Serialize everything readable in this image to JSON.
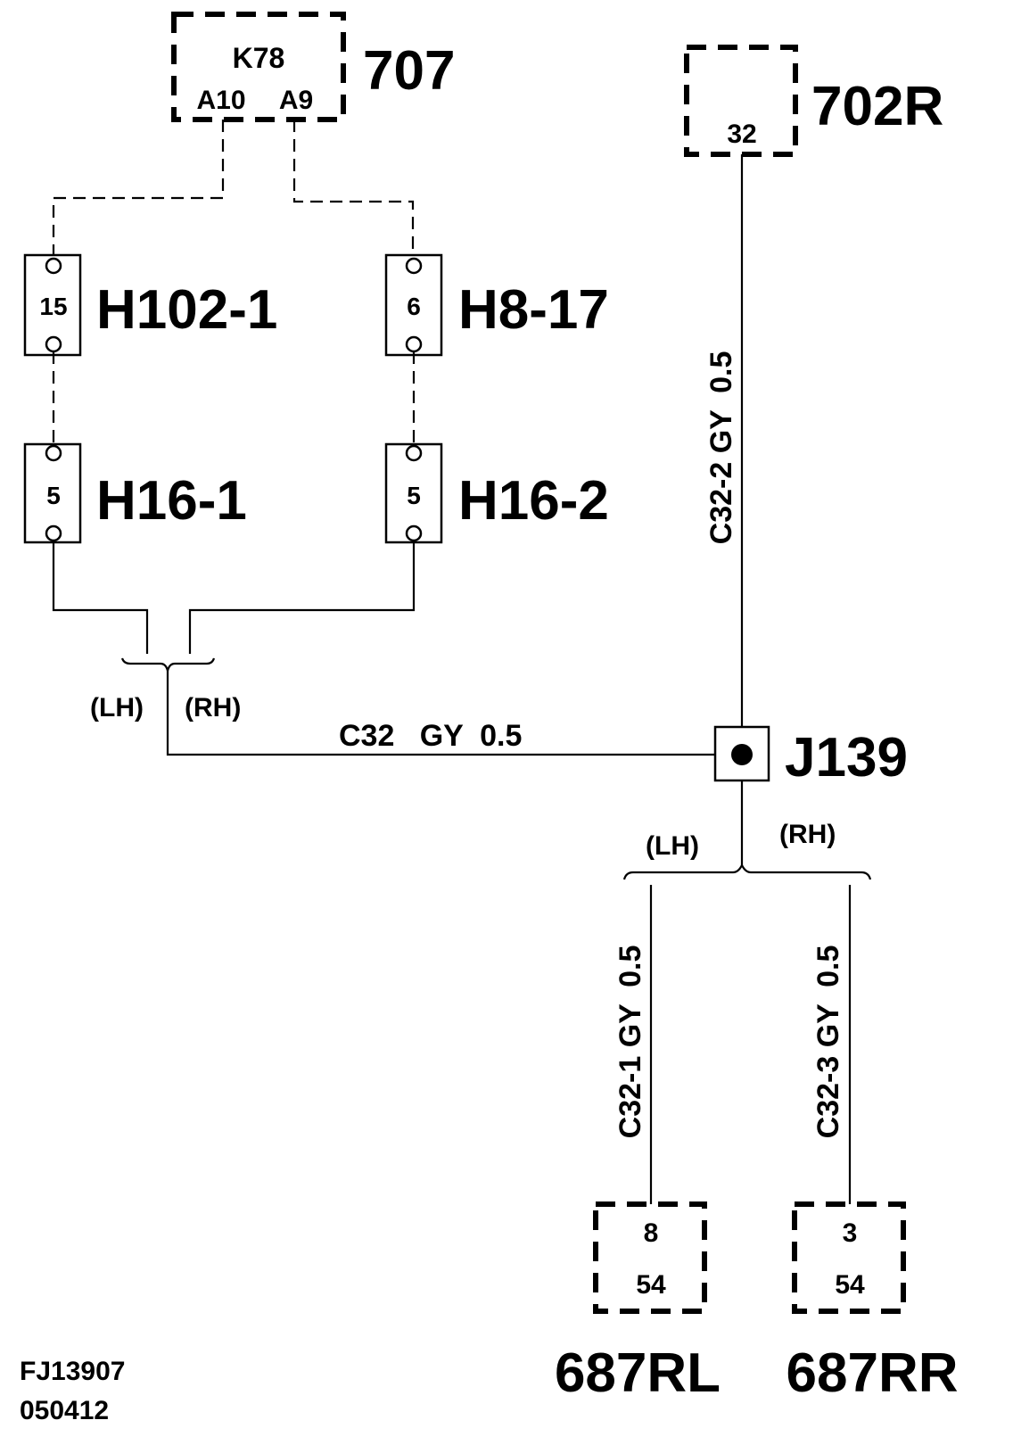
{
  "module_707": {
    "ref": "707",
    "component": "K78",
    "pin_left": "A10",
    "pin_right": "A9"
  },
  "module_702r": {
    "ref": "702R",
    "pin": "32"
  },
  "connectors": {
    "h102_1": {
      "label": "H102-1",
      "pin": "15"
    },
    "h8_17": {
      "label": "H8-17",
      "pin": "6"
    },
    "h16_1": {
      "label": "H16-1",
      "pin": "5"
    },
    "h16_2": {
      "label": "H16-2",
      "pin": "5"
    }
  },
  "wires": {
    "c32": "C32   GY  0.5",
    "c32_2": "C32-2 GY  0.5",
    "c32_1": "C32-1 GY  0.5",
    "c32_3": "C32-3 GY  0.5"
  },
  "splice": {
    "label": "J139"
  },
  "branch_left": {
    "lh": "(LH)",
    "rh": "(RH)"
  },
  "branch_right": {
    "lh": "(LH)",
    "rh": "(RH)"
  },
  "lamp_rl": {
    "ref": "687RL",
    "pin": "8",
    "num": "54"
  },
  "lamp_rr": {
    "ref": "687RR",
    "pin": "3",
    "num": "54"
  },
  "footer": {
    "code": "FJ13907",
    "date": "050412"
  }
}
